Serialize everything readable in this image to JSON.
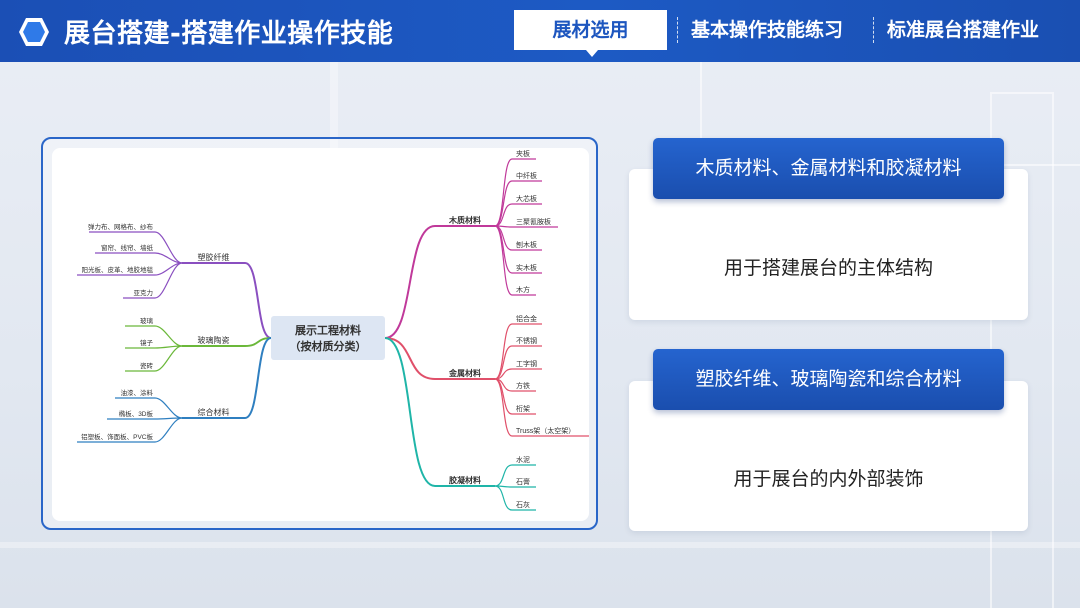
{
  "header": {
    "title": "展台搭建-搭建作业操作技能",
    "tabs": [
      {
        "label": "展材选用",
        "active": true
      },
      {
        "label": "基本操作技能练习",
        "active": false
      },
      {
        "label": "标准展台搭建作业",
        "active": false
      }
    ]
  },
  "mindmap": {
    "root": {
      "line1": "展示工程材料",
      "line2": "（按材质分类）"
    },
    "branches": {
      "wood": {
        "label": "木质材料",
        "color": "#c0399a",
        "items": [
          "夹板",
          "中纤板",
          "大芯板",
          "三聚氰胺板",
          "刨木板",
          "实木板",
          "木方"
        ]
      },
      "metal": {
        "label": "金属材料",
        "color": "#e0506a",
        "items": [
          "铝合金",
          "不锈钢",
          "工字钢",
          "方铁",
          "桁架",
          "Truss架（太空架）"
        ]
      },
      "gel": {
        "label": "胶凝材料",
        "color": "#1fb5a8",
        "items": [
          "水泥",
          "石膏",
          "石灰"
        ]
      },
      "plastic": {
        "label": "塑胶纤维",
        "color": "#8a4fc0",
        "items": [
          "弹力布、网格布、纱布",
          "窗帘、线帘、墙纸",
          "阳光板、皮革、地胶地毯",
          "亚克力"
        ]
      },
      "glass": {
        "label": "玻璃陶瓷",
        "color": "#6bb83a",
        "items": [
          "玻璃",
          "镜子",
          "瓷砖"
        ]
      },
      "composite": {
        "label": "综合材料",
        "color": "#2f7fc0",
        "items": [
          "油漆、涂料",
          "椭板、3D板",
          "铝塑板、饰面板、PVC板"
        ]
      }
    }
  },
  "cards": [
    {
      "title": "木质材料、金属材料和胶凝材料",
      "text": "用于搭建展台的主体结构"
    },
    {
      "title": "塑胶纤维、玻璃陶瓷和综合材料",
      "text": "用于展台的内外部装饰"
    }
  ],
  "colors": {
    "header_blue": "#1d56bf",
    "banner_blue": "#1f58c0",
    "frame_blue": "#2a66c8"
  }
}
